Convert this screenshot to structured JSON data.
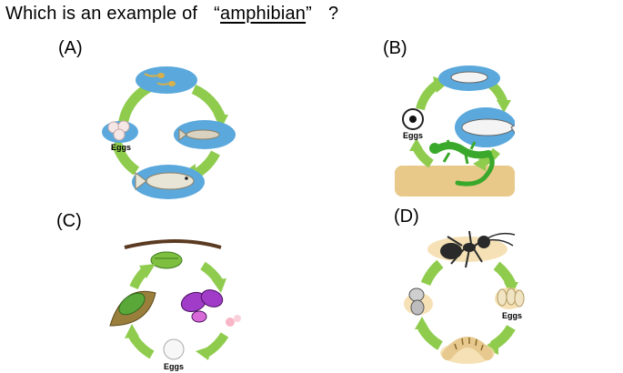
{
  "question": {
    "prefix": "Which is an example of",
    "open_quote": "“",
    "term": "amphibian",
    "close_quote": "”",
    "suffix": "?"
  },
  "options": [
    {
      "label": "(A)",
      "eggs_label": "Eggs"
    },
    {
      "label": "(B)",
      "eggs_label": "Eggs"
    },
    {
      "label": "(C)",
      "eggs_label": "Eggs"
    },
    {
      "label": "(D)",
      "eggs_label": "Eggs"
    }
  ],
  "colors": {
    "arrow_green": "#8fcc4e",
    "water_blue": "#5aa8dc",
    "sand": "#e8c98a",
    "lizard_green": "#3aa82a",
    "caterpillar_green": "#7fbf3f",
    "butterfly_purple": "#a03cc8",
    "ant_black": "#2a2a2a",
    "larva_tan": "#e7c98f"
  },
  "icons": {
    "a": [
      "tadpole-icon",
      "eggs-icon",
      "young-fish-icon",
      "adult-fish-icon"
    ],
    "b": [
      "egg-icon",
      "small-fish-icon",
      "large-fish-icon",
      "lizard-icon"
    ],
    "c": [
      "cocoon-icon",
      "caterpillar-icon",
      "butterfly-icon",
      "egg-icon"
    ],
    "d": [
      "ant-icon",
      "eggs-icon",
      "larva-icon",
      "pupa-icon"
    ]
  }
}
